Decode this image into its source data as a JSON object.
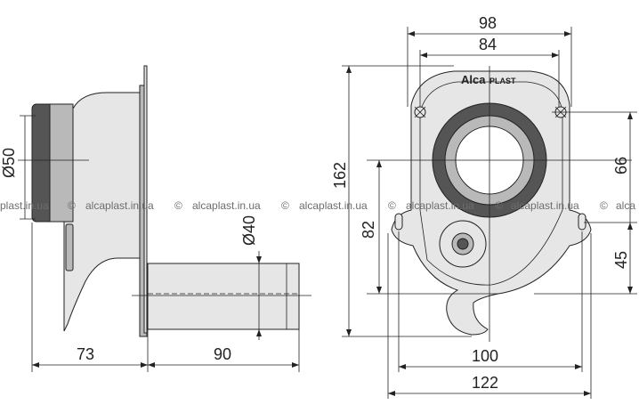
{
  "drawing": {
    "side_view": {
      "dim_outer_diameter": "Ø50",
      "dim_outlet_diameter": "Ø40",
      "dim_depth": "73",
      "dim_outlet_length": "90"
    },
    "front_view": {
      "dim_flange_width": "98",
      "dim_hole_spacing": "84",
      "dim_height": "162",
      "dim_outlet_offset": "82",
      "dim_inlet_offset": "66",
      "dim_lower_offset": "45",
      "dim_mount_spacing": "100",
      "dim_total_width": "122",
      "logo_text": "Alca",
      "logo_text_small": "PLAST"
    },
    "watermark": {
      "text": "alcaplast.in.ua",
      "symbol": "©",
      "partial_left": "plast.in.ua",
      "partial_right": "alca"
    }
  }
}
